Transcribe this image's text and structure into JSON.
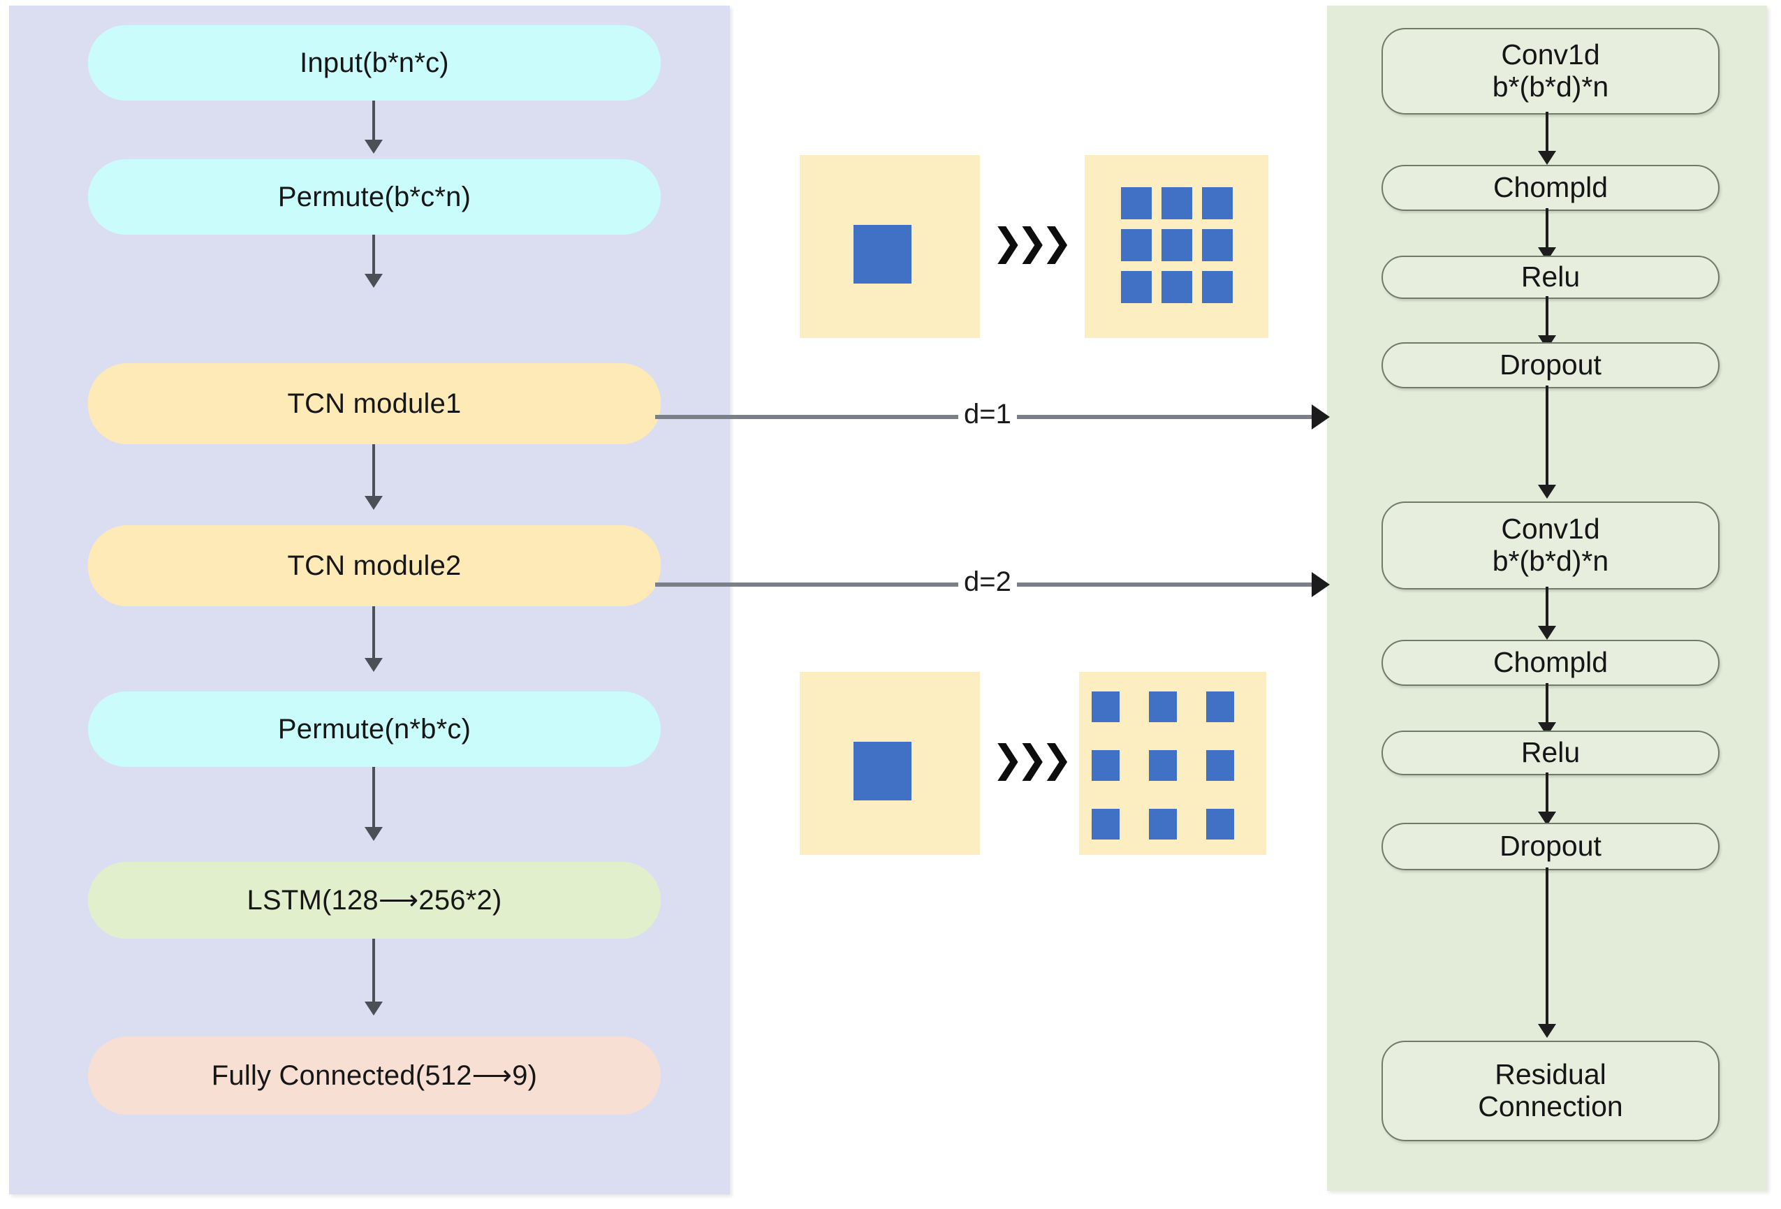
{
  "figure": {
    "type": "architecture-flow-diagram",
    "title_present": false
  },
  "colors": {
    "left_panel_bg": "#dbdef1",
    "right_panel_bg": "#e3ebd9",
    "node_cyan": "#cafcfb",
    "node_amber": "#fdeab7",
    "node_green": "#e2efcd",
    "node_pink": "#f7dfd4",
    "right_node_fill": "#e8eede",
    "right_node_border": "#6f7a68",
    "kernel_card": "#fdeec2",
    "kernel_dot": "#4071c4",
    "connector": "#4b4f57",
    "cross_arrow": "#7b7f88"
  },
  "left_pipeline": {
    "nodes": [
      {
        "id": "input",
        "label": "Input(b*n*c)",
        "style": "cyan"
      },
      {
        "id": "permute1",
        "label": "Permute(b*c*n)",
        "style": "cyan"
      },
      {
        "id": "tcn1",
        "label": "TCN module1",
        "style": "amber"
      },
      {
        "id": "tcn2",
        "label": "TCN module2",
        "style": "amber"
      },
      {
        "id": "permute2",
        "label": "Permute(n*b*c)",
        "style": "cyan"
      },
      {
        "id": "lstm",
        "label": "LSTM(128⟶256*2)",
        "style": "green"
      },
      {
        "id": "fc",
        "label": "Fully Connected(512⟶9)",
        "style": "pink"
      }
    ]
  },
  "cross_links": [
    {
      "id": "link-d1",
      "label": "d=1",
      "from": "tcn1",
      "to": "tcn-detail"
    },
    {
      "id": "link-d2",
      "label": "d=2",
      "from": "tcn2",
      "to": "tcn-detail"
    }
  ],
  "dilation_illustrations": [
    {
      "id": "dilation-1",
      "dilation": 1,
      "arrow_glyph": "❯❯❯",
      "source_kernel": {
        "rows": 1,
        "cols": 1
      },
      "dilated_kernel": {
        "rows": 3,
        "cols": 3,
        "spacing": "tight"
      }
    },
    {
      "id": "dilation-2",
      "dilation": 2,
      "arrow_glyph": "❯❯❯",
      "source_kernel": {
        "rows": 1,
        "cols": 1
      },
      "dilated_kernel": {
        "rows": 3,
        "cols": 3,
        "spacing": "wide"
      }
    }
  ],
  "right_pipeline": {
    "nodes": [
      {
        "id": "conv1d-a",
        "label": "Conv1d\nb*(b*d)*n",
        "lines": [
          "Conv1d",
          "b*(b*d)*n"
        ]
      },
      {
        "id": "chomp1d-a",
        "label": "Chompld",
        "lines": [
          "Chompld"
        ]
      },
      {
        "id": "relu-a",
        "label": "Relu",
        "lines": [
          "Relu"
        ]
      },
      {
        "id": "dropout-a",
        "label": "Dropout",
        "lines": [
          "Dropout"
        ]
      },
      {
        "id": "conv1d-b",
        "label": "Conv1d\nb*(b*d)*n",
        "lines": [
          "Conv1d",
          "b*(b*d)*n"
        ]
      },
      {
        "id": "chomp1d-b",
        "label": "Chompld",
        "lines": [
          "Chompld"
        ]
      },
      {
        "id": "relu-b",
        "label": "Relu",
        "lines": [
          "Relu"
        ]
      },
      {
        "id": "dropout-b",
        "label": "Dropout",
        "lines": [
          "Dropout"
        ]
      },
      {
        "id": "residual",
        "label": "Residual\nConnection",
        "lines": [
          "Residual",
          "Connection"
        ]
      }
    ]
  }
}
